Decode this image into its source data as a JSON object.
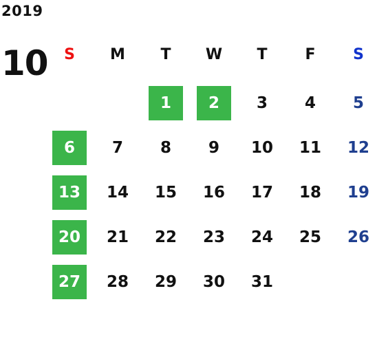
{
  "calendar": {
    "year": "2019",
    "month": "10",
    "weekdays": [
      "S",
      "M",
      "T",
      "W",
      "T",
      "F",
      "S"
    ],
    "days": [
      "1",
      "2",
      "3",
      "4",
      "5",
      "6",
      "7",
      "8",
      "9",
      "10",
      "11",
      "12",
      "13",
      "14",
      "15",
      "16",
      "17",
      "18",
      "19",
      "20",
      "21",
      "22",
      "23",
      "24",
      "25",
      "26",
      "27",
      "28",
      "29",
      "30",
      "31"
    ],
    "highlighted_days": [
      "1",
      "2",
      "6",
      "13",
      "20",
      "27"
    ],
    "first_weekday_index": 2,
    "colors": {
      "highlight_bg": "#3bb54a",
      "sunday_header": "#ee1111",
      "saturday_header": "#1133cc",
      "saturday_day": "#1f3f8f",
      "default_text": "#111111"
    }
  }
}
